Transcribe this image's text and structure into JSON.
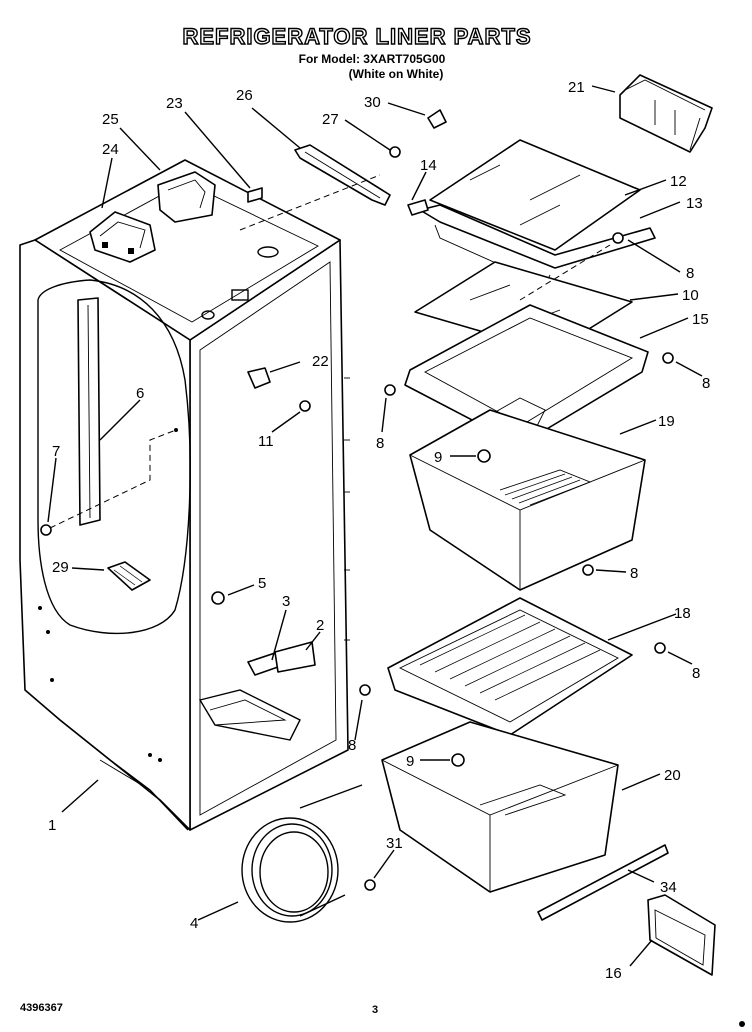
{
  "header": {
    "title": "REFRIGERATOR LINER PARTS",
    "model_line": "For Model: 3XART705G00",
    "color_line": "(White on White)"
  },
  "callouts": {
    "c1": "1",
    "c2": "2",
    "c3": "3",
    "c4": "4",
    "c5": "5",
    "c6": "6",
    "c7": "7",
    "c8a": "8",
    "c8b": "8",
    "c8c": "8",
    "c8d": "8",
    "c8e": "8",
    "c8f": "8",
    "c9a": "9",
    "c9b": "9",
    "c10": "10",
    "c11": "11",
    "c12": "12",
    "c13": "13",
    "c14": "14",
    "c15": "15",
    "c16": "16",
    "c18": "18",
    "c19": "19",
    "c20": "20",
    "c21": "21",
    "c22": "22",
    "c23": "23",
    "c24": "24",
    "c25": "25",
    "c26": "26",
    "c27": "27",
    "c29": "29",
    "c30": "30",
    "c31": "31",
    "c34": "34"
  },
  "footer": {
    "doc_number": "4396367",
    "page_number": "3"
  }
}
